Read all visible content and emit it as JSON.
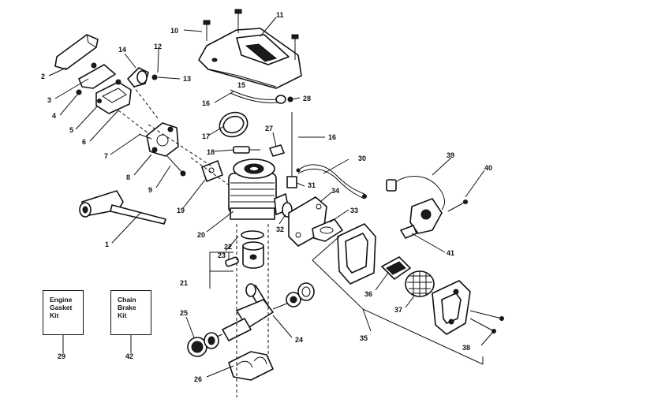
{
  "diagram": {
    "kits": [
      {
        "label": "Engine\nGasket\nKit",
        "number": "29"
      },
      {
        "label": "Chain\nBrake\nKit",
        "number": "42"
      }
    ],
    "callouts": [
      "1",
      "2",
      "3",
      "4",
      "5",
      "6",
      "7",
      "8",
      "9",
      "10",
      "11",
      "12",
      "13",
      "14",
      "15",
      "16",
      "16",
      "17",
      "18",
      "19",
      "20",
      "21",
      "22",
      "23",
      "24",
      "25",
      "26",
      "27",
      "28",
      "30",
      "31",
      "32",
      "33",
      "34",
      "35",
      "36",
      "37",
      "38",
      "39",
      "40",
      "41"
    ]
  }
}
